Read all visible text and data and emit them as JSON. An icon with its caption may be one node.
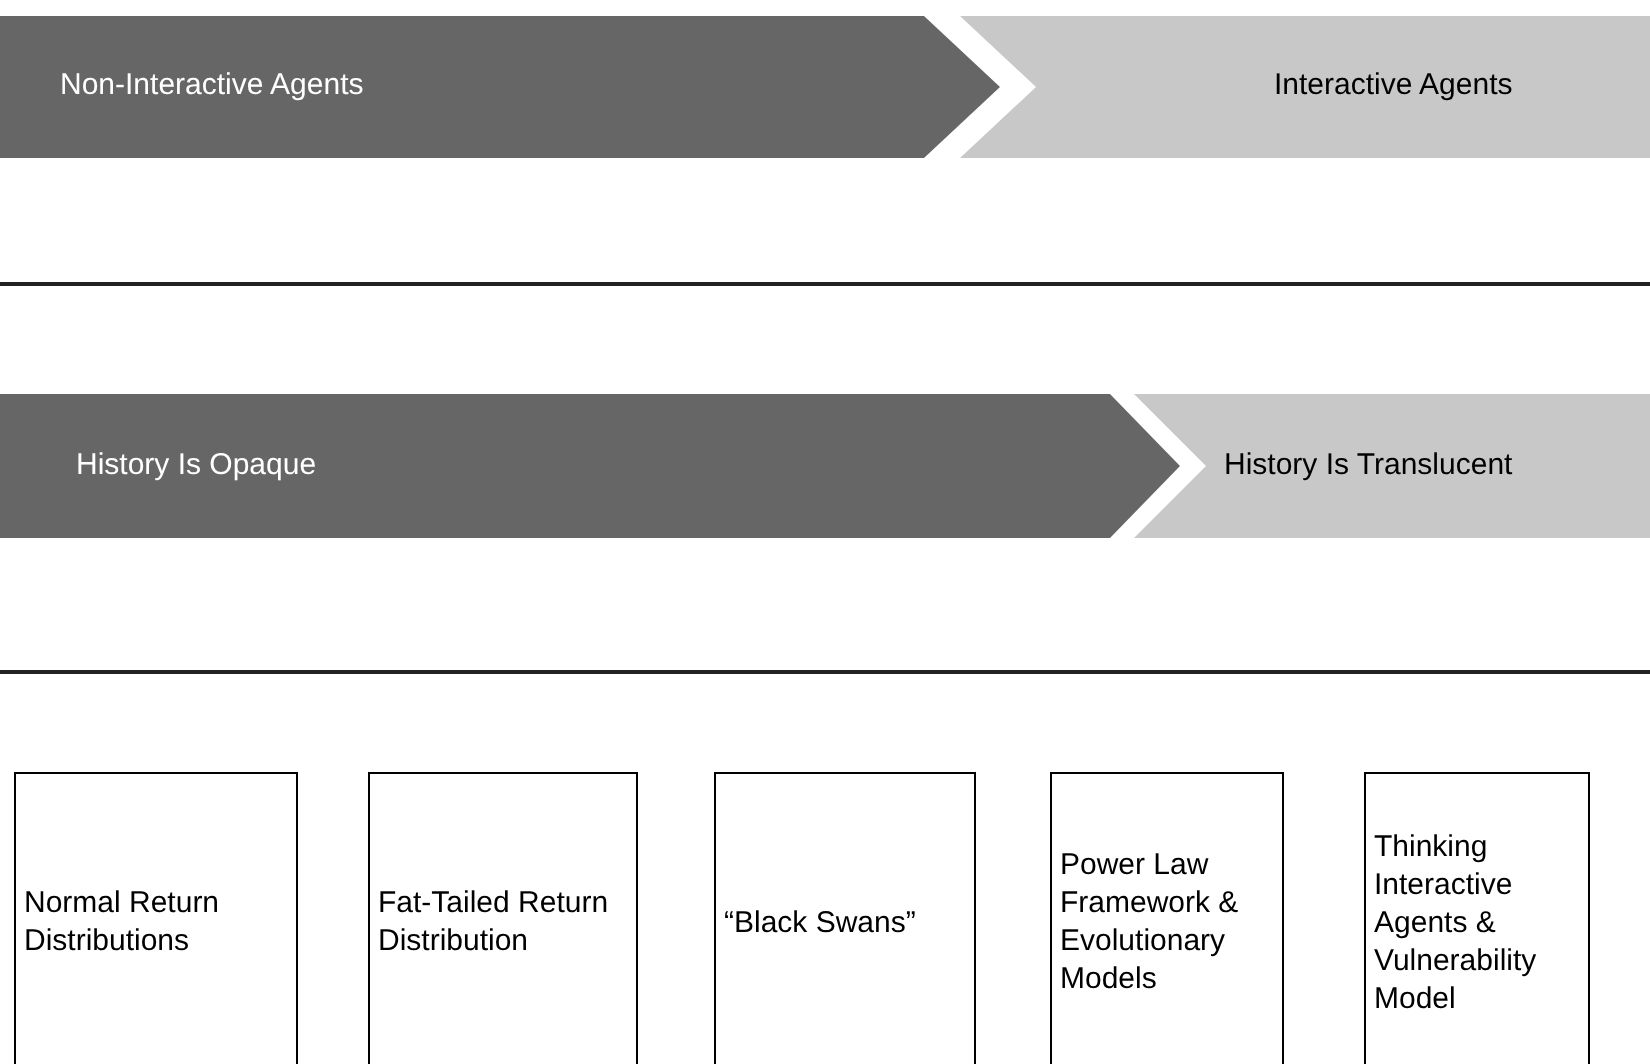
{
  "diagram": {
    "nodes": [
      {
        "text": [
          "Non-Interactive Agents"
        ]
      },
      {
        "text": [
          "Interactive Agents"
        ]
      },
      {
        "text": [
          "History Is Opaque"
        ]
      },
      {
        "text": [
          "History Is Translucent"
        ]
      },
      {
        "text": [
          "Normal Return Distributions"
        ]
      },
      {
        "text": [
          "Fat-Tailed Return Distribution"
        ]
      },
      {
        "text": [
          "“Black Swans”"
        ]
      },
      {
        "text": [
          "Power Law Framework & Evolutionary Models"
        ]
      },
      {
        "text": [
          "Thinking Interactive Agents & Vulnerability Model"
        ]
      }
    ]
  }
}
